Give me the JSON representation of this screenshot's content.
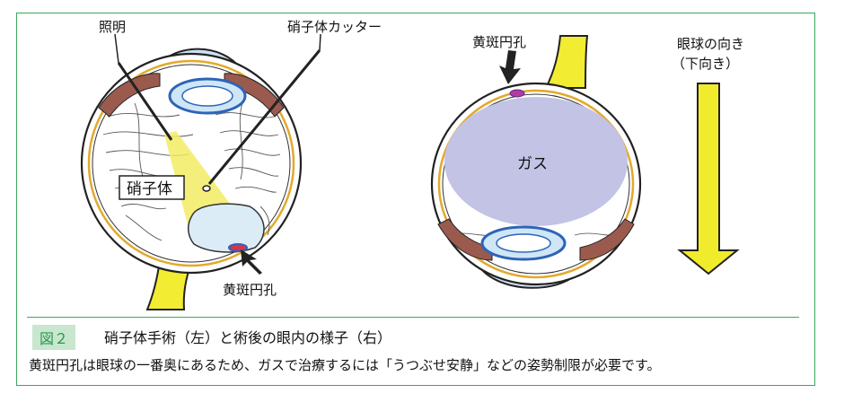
{
  "labels": {
    "illumination": "照明",
    "vitreous_cutter": "硝子体カッター",
    "vitreous_body": "硝子体",
    "macular_hole_left": "黄斑円孔",
    "macular_hole_right": "黄斑円孔",
    "gas": "ガス",
    "eye_direction_line1": "眼球の向き",
    "eye_direction_line2": "（下向き）"
  },
  "caption": {
    "figure_number": "図２",
    "title": "硝子体手術（左）と術後の眼内の様子（右）",
    "description": "黄斑円孔は眼球の一番奥にあるため、ガスで治療するには「うつぶせ安静」などの姿勢制限が必要です。"
  },
  "colors": {
    "frame_green": "#3aa85a",
    "gas_fill": "#c3c3e6",
    "light_cone": "#f2ec64",
    "arrow_fill": "#f0ec2c",
    "optic_nerve": "#f2ec33",
    "muscle": "#9b5a4e",
    "lens_blue": "#2e64b8",
    "hole_red": "#d8334a",
    "hole_magenta": "#b13aa8"
  }
}
